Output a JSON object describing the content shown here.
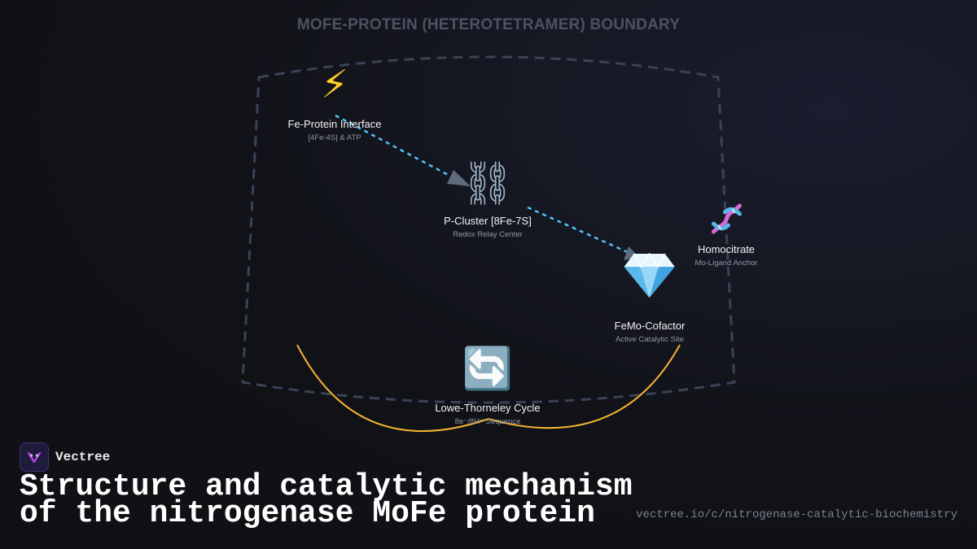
{
  "diagram": {
    "boundary_title": "MOFE-PROTEIN (HETEROTETRAMER) BOUNDARY",
    "nodes": {
      "fe_protein": {
        "icon": "⚡",
        "icon_name": "lightning-icon",
        "title": "Fe-Protein Interface",
        "subtitle": "[4Fe-4S] & ATP"
      },
      "p_cluster": {
        "icon": "⛓",
        "icon_name": "chain-icon",
        "title": "P-Cluster [8Fe-7S]",
        "subtitle": "Redox Relay Center"
      },
      "homocitrate": {
        "icon": "dna",
        "icon_name": "dna-icon",
        "title": "Homocitrate",
        "subtitle": "Mo-Ligand Anchor"
      },
      "femo_cofactor": {
        "icon": "gem",
        "icon_name": "gem-icon",
        "title": "FeMo-Cofactor",
        "subtitle": "Active Catalytic Site"
      },
      "cycle": {
        "icon": "🔄",
        "icon_name": "cycle-arrows-icon",
        "title": "Lowe-Thorneley Cycle",
        "subtitle": "8e⁻/8H⁺ Sequence"
      }
    },
    "colors": {
      "boundary": "#3a4356",
      "electron_flow": "#4fc3f7",
      "arrowhead": "#5f6a7d",
      "cycle_arc": "#f5b332"
    }
  },
  "footer": {
    "brand": "Vectree",
    "headline_line1": "Structure and catalytic mechanism",
    "headline_line2": "of the nitrogenase MoFe protein",
    "url": "vectree.io/c/nitrogenase-catalytic-biochemistry"
  }
}
